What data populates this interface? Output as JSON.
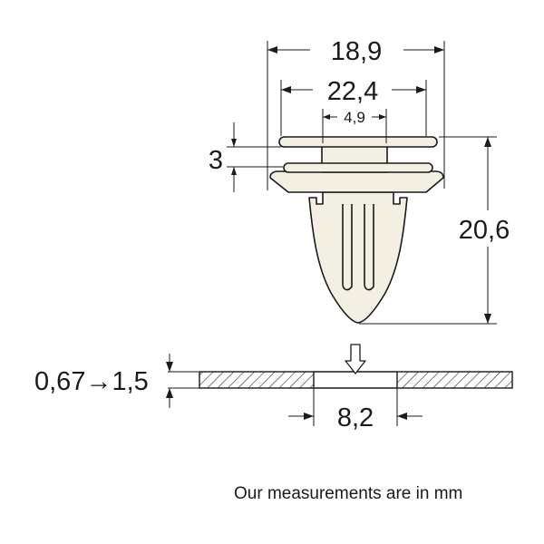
{
  "dimensions": {
    "head_diameter": "18,9",
    "outer_flange_diameter": "22,4",
    "stem_diameter": "4,9",
    "flange_gap": "3",
    "overall_height": "20,6",
    "panel_thickness_range": "0,67→1,5",
    "hole_diameter": "8,2"
  },
  "note": "Our measurements are in mm",
  "colors": {
    "line": "#1a1a1a",
    "fill": "#f3efe3",
    "background": "#ffffff"
  }
}
